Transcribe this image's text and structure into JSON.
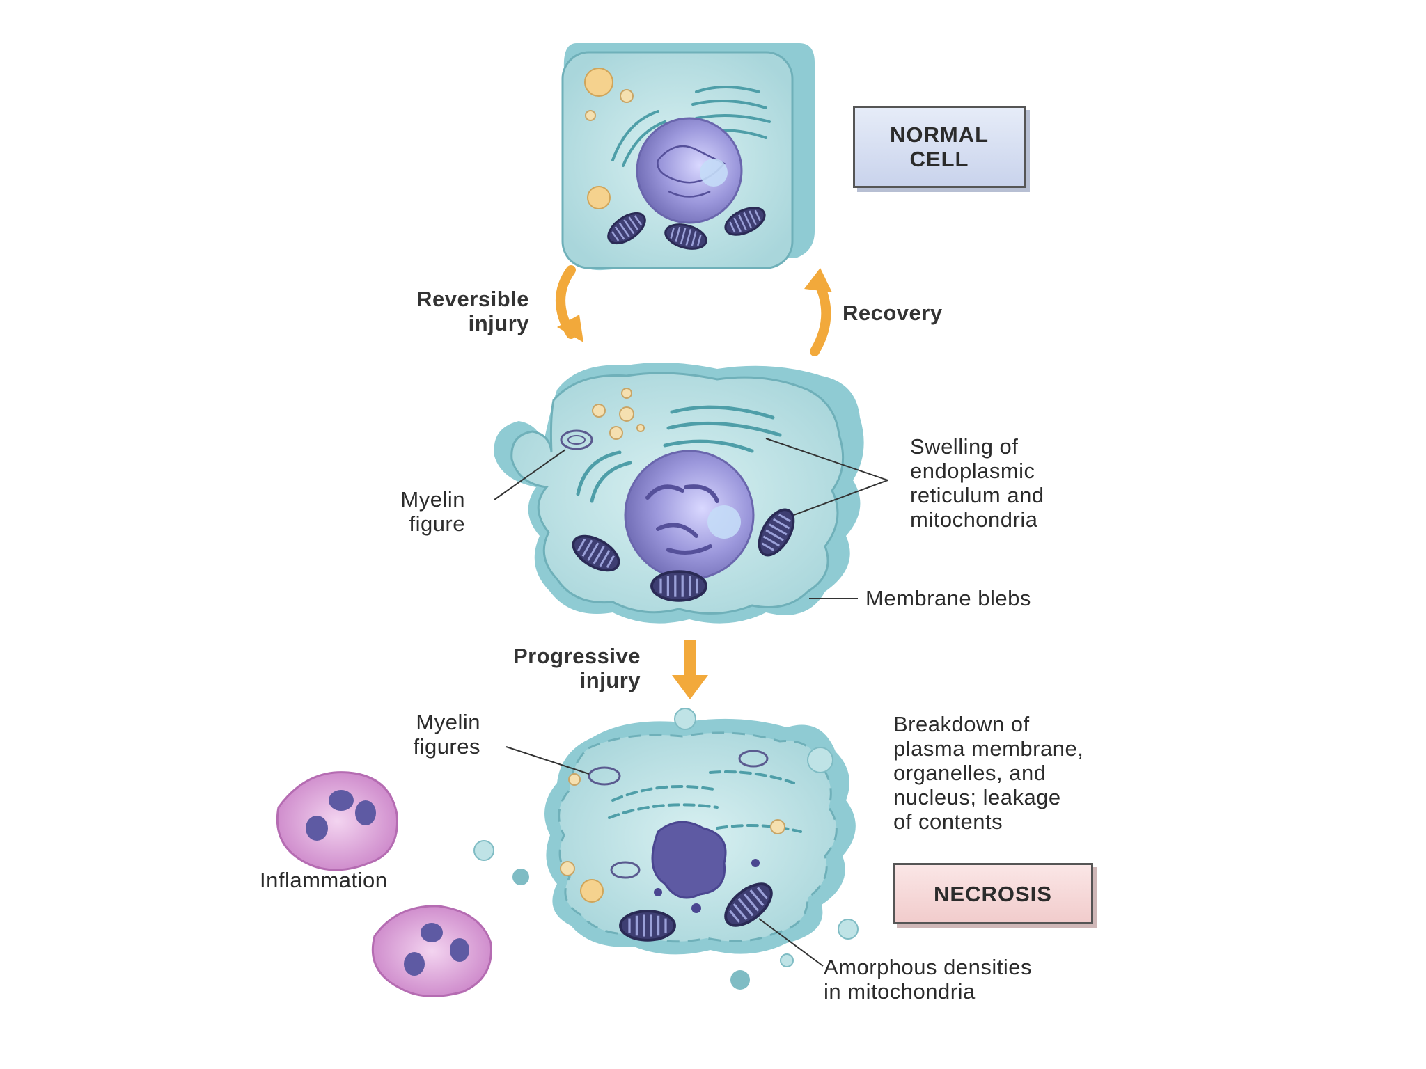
{
  "labels": {
    "normal_cell": [
      "NORMAL",
      "CELL"
    ],
    "reversible_injury": [
      "Reversible",
      "injury"
    ],
    "recovery": "Recovery",
    "myelin_figure": [
      "Myelin",
      "figure"
    ],
    "swelling": [
      "Swelling of",
      "endoplasmic",
      "reticulum and",
      "mitochondria"
    ],
    "membrane_blebs": "Membrane blebs",
    "progressive_injury": [
      "Progressive",
      "injury"
    ],
    "myelin_figures": [
      "Myelin",
      "figures"
    ],
    "breakdown": [
      "Breakdown of",
      "plasma membrane,",
      "organelles, and",
      "nucleus; leakage",
      "of contents"
    ],
    "inflammation": "Inflammation",
    "necrosis": "NECROSIS",
    "amorphous": [
      "Amorphous densities",
      "in mitochondria"
    ]
  },
  "colors": {
    "cell_fill": "#bfe3e6",
    "cell_edge": "#7fbcc4",
    "nucleus": "#9a97d6",
    "mitochondria": "#4a4a7e",
    "arrow": "#f2a93b",
    "neutrophil": "#d89ad4",
    "normal_box": "#d4dcf1",
    "necrosis_box": "#f6d6d6"
  }
}
